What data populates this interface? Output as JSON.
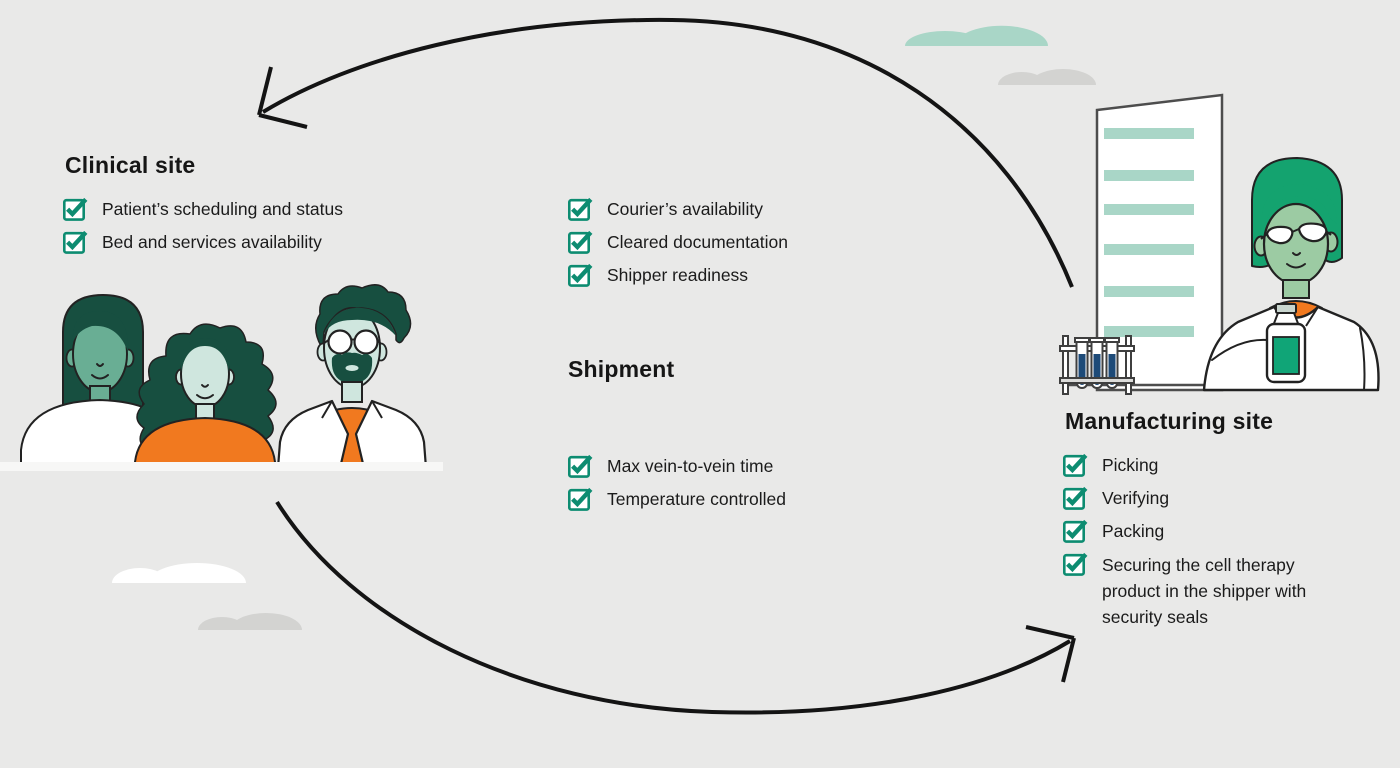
{
  "colors": {
    "bg": "#e9e9e8",
    "ink": "#222222",
    "arrow": "#141414",
    "teal": "#0d8c71",
    "darkgreen": "#174f40",
    "midgreen": "#69ae94",
    "mint": "#cfe6de",
    "orange": "#f1791f",
    "brightgreen": "#14a36f",
    "sage": "#9ccba3",
    "labelgreen": "#10a577",
    "stripe": "#a9d6c7",
    "cloudgray": "#d3d3d1",
    "navy": "#1d4a78",
    "outlinegray": "#4d4d4d",
    "strip": "#f7f7f6"
  },
  "icons": {
    "checkbox": "checkbox-checked-icon",
    "top_arrow": "cycle-arrow-to-clinical-icon",
    "bottom_arrow": "cycle-arrow-to-manufacturing-icon"
  },
  "clinical": {
    "title": "Clinical site",
    "items": [
      "Patient’s scheduling and status",
      "Bed and services availability"
    ]
  },
  "middle": {
    "title": "Shipment",
    "pre_items": [
      "Courier’s availability",
      "Cleared documentation",
      "Shipper readiness"
    ],
    "post_items": [
      "Max vein-to-vein time",
      "Temperature controlled"
    ]
  },
  "manufacturing": {
    "title": "Manufacturing site",
    "items": [
      "Picking",
      "Verifying",
      "Packing",
      "Securing the cell therapy product in the shipper with security seals"
    ]
  }
}
